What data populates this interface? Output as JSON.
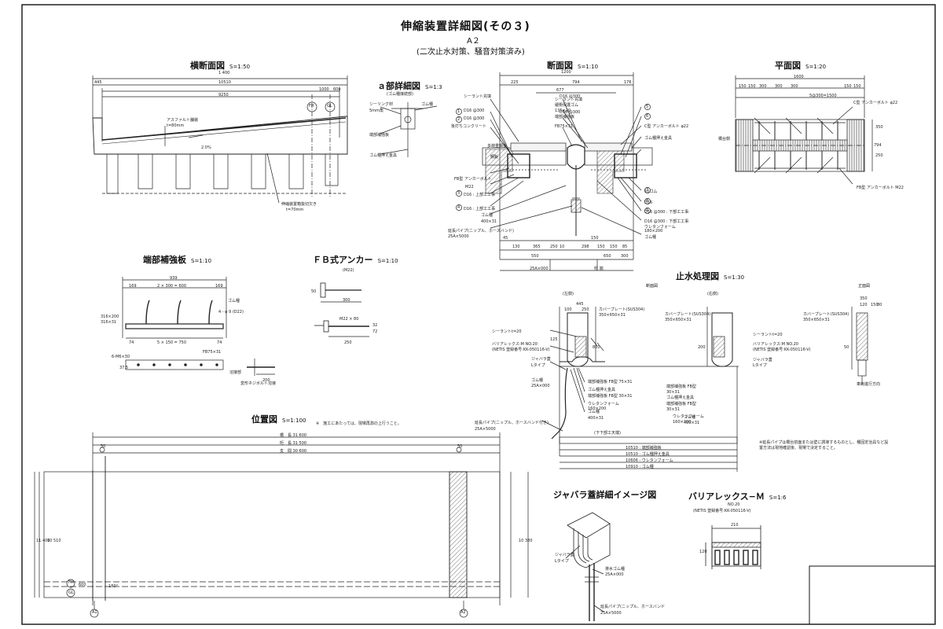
{
  "drawing": {
    "title": "伸縮装置詳細図(その３)",
    "size": "A２",
    "subtitle": "(二次止水対策、騒音対策済み)"
  },
  "views": {
    "cross_section": {
      "title": "横断面図",
      "scale": "S=1:50",
      "dims": [
        "1 400",
        "445",
        "10510",
        "9250",
        "1000",
        "600"
      ],
      "notes": [
        "アスファルト舗装",
        "t=80mm",
        "2.0%",
        "伸縮装置箱抜切欠き",
        "t=70mm"
      ],
      "markers": [
        "FH",
        "GL"
      ]
    },
    "a_detail": {
      "title": "ａ部詳細図",
      "scale": "S=1:3",
      "subtitle": "(ゴム種接続部)",
      "notes": [
        "シーリング材",
        "5mm角",
        "端部補強板",
        "ゴム種押え金具",
        "ゴム種"
      ]
    },
    "section": {
      "title": "断面図",
      "scale": "S=1:10",
      "dims": [
        "1200",
        "225",
        "794",
        "176",
        "677",
        "550",
        "650",
        "45",
        "130",
        "365",
        "250",
        "10",
        "298",
        "150",
        "150",
        "85",
        "150",
        "300"
      ],
      "notes": [
        "シーラント充填",
        "D16 @300",
        "D16 @300",
        "後打ちコンクリート",
        "D16 @300",
        "D16 @300",
        "C型 アンカーボルト φ22",
        "FB型 アンカーボルト",
        "M22",
        "D16 : 上部工工事",
        "D16 : 上部工工事",
        "ゴム種",
        "400×31",
        "延長パイプ(ニップル、ホースバンド)",
        "25A×5000",
        "シーラント充填",
        "緩衝保護ゴム",
        "135×20",
        "端部補強板",
        "FB75×31",
        "ゴム種押え金具",
        "多荷重鋼板",
        "鋼鈑",
        "10ゴム",
        "D16",
        "D16 @300 : 下部工工事",
        "D16 @300 : 下部工工事",
        "ウレタンフォーム",
        "180×200",
        "ゴム種",
        "25A×000",
        "桁 端",
        "橋台側"
      ],
      "circles": [
        "1",
        "2",
        "3",
        "4",
        "5",
        "6",
        "7",
        "8",
        "9"
      ]
    },
    "plan": {
      "title": "平面図",
      "scale": "S=1:20",
      "dims": [
        "1600",
        "150",
        "150",
        "300",
        "300",
        "300",
        "5@300=1500",
        "150",
        "150",
        "350",
        "250",
        "794"
      ],
      "notes": [
        "C型 アンカーボルト φ22",
        "FB型 アンカーボルト M22",
        "橋台側"
      ]
    },
    "end_plate": {
      "title": "端部補強板",
      "scale": "S=1:10",
      "dims": [
        "939",
        "169",
        "2 × 300 = 600",
        "169",
        "5 × 150 = 750",
        "74",
        "74",
        "316×200",
        "316×31",
        "4 - φ 9 (D22)",
        "FB75×31",
        "6-M6×30",
        "200",
        "37.5"
      ],
      "notes": [
        "ゴム種",
        "溶接部",
        "変形ネジボルト溶接"
      ]
    },
    "fb_anchor": {
      "title": "ＦＢ式アンカー",
      "scale": "S=1:10",
      "subtitle": "(M22)",
      "dims": [
        "50",
        "300",
        "M22 × 80",
        "250",
        "32",
        "72"
      ]
    },
    "water_stop": {
      "title": "止水処理図",
      "scale": "S=1:30",
      "sub_section": "断面図",
      "sub_front": "正面図",
      "left": "(左側)",
      "right": "(右側)",
      "notes_left": [
        "カバープレート(SUS304)",
        "350×650×31",
        "シーラントt=20",
        "バリアレックス-M NO.20",
        "(NETIS 登録番号:KK-050116-V)",
        "ジャバラ蓋",
        "Lタイプ",
        "ゴム種",
        "25A×000",
        "端部補強板 FB型 75×31",
        "ゴム種押え金具",
        "端部補強板 FB型 30×31",
        "ウレタンフォーム",
        "160×200",
        "ゴム種",
        "400×31",
        "延長パイプ(ニップル、ホースバンド付き)",
        "25A×5000"
      ],
      "notes_right": [
        "カバープレート(SUS304)",
        "350×650×31",
        "シーラントt=20",
        "バリアレックス-M NO.20",
        "(NETIS 登録番号:KK-050116-V)",
        "ジャバラ蓋",
        "Lタイプ",
        "端部補強板 FB型",
        "30×31",
        "ゴム種押え金具",
        "端部補強板 FB型",
        "30×31",
        "ウレタンフォーム",
        "160×200",
        "ゴム種",
        "400×31"
      ],
      "notes_front": [
        "カバープレート(SUS304)",
        "350×650×31",
        "車両進行方向"
      ],
      "bottom_dims": [
        "10510 : 端部補強板",
        "10510 : ゴム種押え金具",
        "10606 : ウレタンフォーム",
        "10910 : ゴム種"
      ],
      "labels": [
        "(下下部工天端)"
      ],
      "dims": [
        "445",
        "100",
        "250",
        "125",
        "800",
        "200",
        "350",
        "120",
        "150",
        "80",
        "50"
      ],
      "remark": "※延長パイプは橋台前面または壁に誘導するものとし、種固定治具など設置方法は現地確認後、現場で決定すること。"
    },
    "location": {
      "title": "位置図",
      "scale": "S=1:100",
      "note": "※　施工にあたっては、現場再測の上行うこと。",
      "dims": [
        "橋　長 31 600",
        "桁　長 31 500",
        "支　間 30 600",
        "11 400",
        "10 510",
        "600",
        "10 380"
      ],
      "markers": [
        "A1",
        "A2",
        "FH",
        "GL",
        "50",
        "50",
        "180°"
      ]
    },
    "jabara": {
      "title": "ジャバラ蓋詳細イメージ図",
      "notes": [
        "ジャバラ蓋",
        "Lタイプ",
        "排水ゴム種",
        "25A×000",
        "延長パイプ(ニップル、ホースバンド",
        "25A×5000"
      ]
    },
    "barrier": {
      "title": "バリアレックス−Ｍ",
      "scale": "S=1:6",
      "sub1": "NO.20",
      "sub2": "(NETIS 登録番号:KK-050116-V)",
      "dims": [
        "210",
        "120"
      ]
    }
  },
  "colors": {
    "line": "#1a1a1a",
    "hatch": "#555555",
    "paper": "#ffffff"
  }
}
